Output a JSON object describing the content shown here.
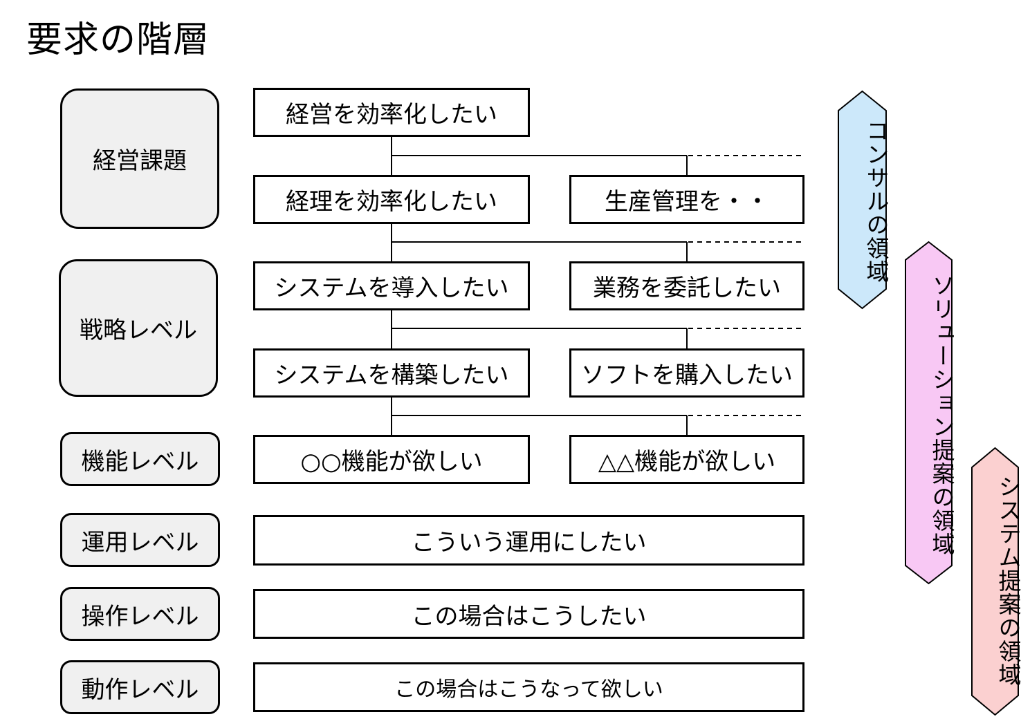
{
  "title": "要求の階層",
  "levels": {
    "management": "経営課題",
    "strategy": "戦略レベル",
    "function": "機能レベル",
    "operation": "運用レベル",
    "manipulation": "操作レベル",
    "behavior": "動作レベル"
  },
  "nodes": {
    "mgmt_efficiency": "経営を効率化したい",
    "accounting_efficiency": "経理を効率化したい",
    "production_mgmt": "生産管理を・・",
    "introduce_system": "システムを導入したい",
    "outsource_work": "業務を委託したい",
    "build_system": "システムを構築したい",
    "buy_software": "ソフトを購入したい",
    "circle_function": "○○機能が欲しい",
    "triangle_function": "△△機能が欲しい",
    "operation_want": "こういう運用にしたい",
    "manipulation_want": "この場合はこうしたい",
    "behavior_want": "この場合はこうなって欲しい"
  },
  "zones": {
    "consulting": "コンサルの領域",
    "solution": "ソリューション提案の領域",
    "system": "システム提案の領域"
  },
  "colors": {
    "consulting_fill": "#cce8fa",
    "solution_fill": "#f8c8f4",
    "system_fill": "#fbd0d0",
    "level_fill": "#f0f0f0"
  }
}
